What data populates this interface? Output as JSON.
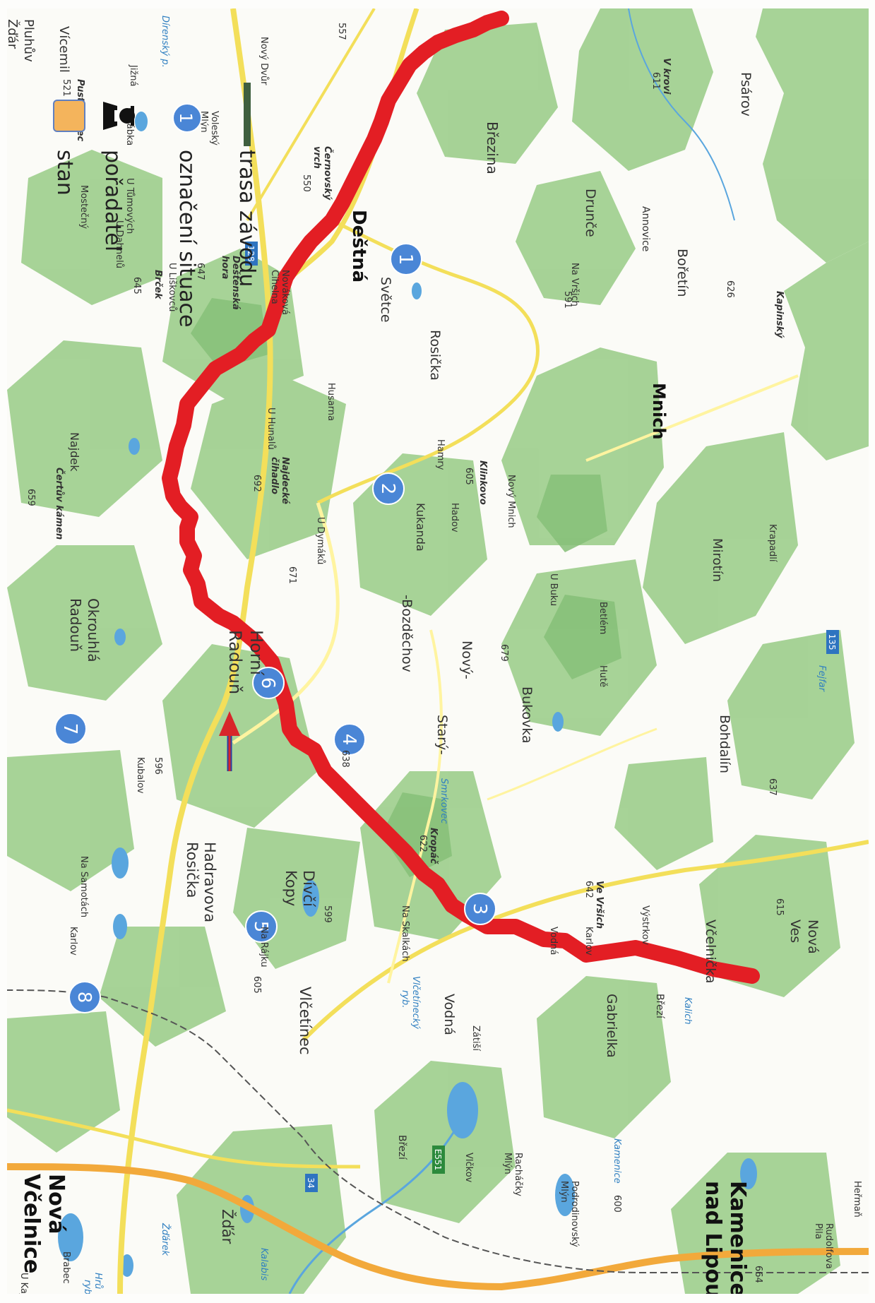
{
  "colors": {
    "background": "#fbfbf7",
    "forest": "#9fcf8e",
    "forest_dark": "#86c078",
    "water": "#5aa6de",
    "route": "#e31e24",
    "highway": "#f2a93b",
    "road": "#f3df5a",
    "marker": "#4a86d6",
    "arrow_blue": "#2c3f9e",
    "arrow_red": "#d8262a",
    "legend_tent": "#f4b45c"
  },
  "legend": {
    "route": "trasa závodu",
    "situation": "označení situace",
    "organizer": "pořadatel",
    "tent": "stan",
    "situation_number": "1"
  },
  "markers": [
    "1",
    "2",
    "3",
    "4",
    "5",
    "6",
    "7",
    "8"
  ],
  "towns": {
    "destna": "Deštná",
    "mnich": "Mnich",
    "rosicka": "Rosička",
    "svetce": "Světce",
    "horni_radoun_1": "Horní",
    "horni_radoun_2": "Radouň",
    "okrouhla_radoun_1": "Okrouhlá",
    "okrouhla_radoun_2": "Radouň",
    "divci_kopy_1": "Dívčí",
    "divci_kopy_2": "Kopy",
    "hadravova_rosicka_1": "Hadravova",
    "hadravova_rosicka_2": "Rosička",
    "vlcetinec": "Vlčetínec",
    "vodna": "Vodná",
    "gabrielka": "Gabrielka",
    "nova_vcelnice_1": "Nová",
    "nova_vcelnice_2": "Včelnice",
    "kamenice_1": "Kamenice",
    "kamenice_2": "nad Lipou",
    "zdar": "Žďár",
    "brezina": "Březina",
    "drunce": "Drunče",
    "psarov": "Psárov",
    "borejin": "Bořetín",
    "bohdalin": "Bohdalín",
    "mirotin": "Mirotín",
    "vcelnicka": "Včelnička",
    "nova_ves_1": "Nová",
    "nova_ves_2": "Ves",
    "novy_bozdechov": "Nový-",
    "bozdechov": "-Bozděchov",
    "stary": "Starý-",
    "bukovka": "Bukovka",
    "kukanda": "Kukanda",
    "vicemil": "Vícemil",
    "annovice": "Annovice",
    "najdek": "Najdek",
    "plunuv_zdar_1": "Pluhův",
    "plunuv_zdar_2": "Žďár",
    "brezi": "Březí",
    "brezi_2": "Březí"
  },
  "small_labels": {
    "jizna": "Jižná",
    "u_cabka": "U Cábka",
    "u_tumovych": "U Tůmových",
    "u_dahnelu": "U Dahnelů",
    "mostecny": "Mostečný",
    "u_liskovcu": "U Liškovců",
    "novakova_cihelna_1": "Nováková",
    "novakova_cihelna_2": "Cihelna",
    "husarna": "Husarna",
    "u_hunalu": "U Hunalů",
    "u_dymaku": "U Dymáků",
    "hamry": "Hamry",
    "hadov": "Hadov",
    "novy_mnich": "Nový Mnich",
    "u_buku": "U Buku",
    "betlem": "Betlém",
    "hute": "Hutě",
    "krapadli": "Krapadlí",
    "na_vrsich": "Na Vršich",
    "novy_dvur": "Nový Dvůr",
    "volesky_mlyn_1": "Voleský",
    "volesky_mlyn_2": "Mlýn",
    "kubalov": "Kubalov",
    "na_samotach": "Na Samotách",
    "karlov": "Karlov",
    "karlov_2": "Karlov",
    "na_skalkach": "Na Skalkách",
    "vystrkov": "Výstrkov",
    "zatisi": "Zátiší",
    "vlckov": "Vlčkov",
    "rachacky_mlyn_1": "Racháčky",
    "rachacky_mlyn_2": "Mlýn",
    "podrodinovsky_1": "Podrodinovský",
    "podrodinovsky_2": "Mlýn",
    "hermani": "Heřmaň",
    "rudolfova_pila_1": "Rudolfova",
    "rudolfova_pila_2": "Pila",
    "brabec": "Brabec",
    "u_kaj": "U Kaj",
    "na_rajku": "Na Rájku",
    "vodna_small": "Vodná"
  },
  "peaks": {
    "pusty_kopec": "Pustý kopec",
    "p521": "521",
    "destenska_hora_1": "Deštenská",
    "destenska_hora_2": "hora",
    "p647": "647",
    "brcek": "Brček",
    "p645": "645",
    "najdecke_1": "Najdecké",
    "najdecke_2": "čihadlo",
    "p692": "692",
    "certuv_kamen": "Čertův kámen",
    "p659": "659",
    "p671": "671",
    "klinkovo": "Klinkovo",
    "p605": "605",
    "p679": "679",
    "p638": "638",
    "kropac": "Kropáč",
    "p622": "622",
    "p596": "596",
    "p599": "599",
    "p605b": "605",
    "ve_vrsich": "Ve Vršich",
    "p642": "642",
    "p637": "637",
    "p615": "615",
    "v_krovi": "V krovi",
    "p611": "611",
    "p626": "626",
    "p591": "591",
    "cernovsky_1": "Černovský",
    "cernovsky_2": "vrch",
    "p550": "550",
    "p557": "557",
    "p600": "600",
    "p664": "664",
    "kapinsky": "Kapinský"
  },
  "water_labels": {
    "fejfar": "Fejfar",
    "kalich": "Kalich",
    "smrkovec": "Smrkovec",
    "vlcetinecky_1": "Vlčetínecký",
    "vlcetinecky_2": "ryb.",
    "kamenice_river": "Kamenice",
    "zdarek": "Žďárek",
    "kalabis": "Kalabis",
    "direnska": "Dírenský p.",
    "hrusky_1": "Hrů",
    "hrusky_2": "ryb."
  },
  "road_numbers": {
    "r128": "128",
    "r135": "135",
    "r34": "34",
    "e551": "E551"
  }
}
